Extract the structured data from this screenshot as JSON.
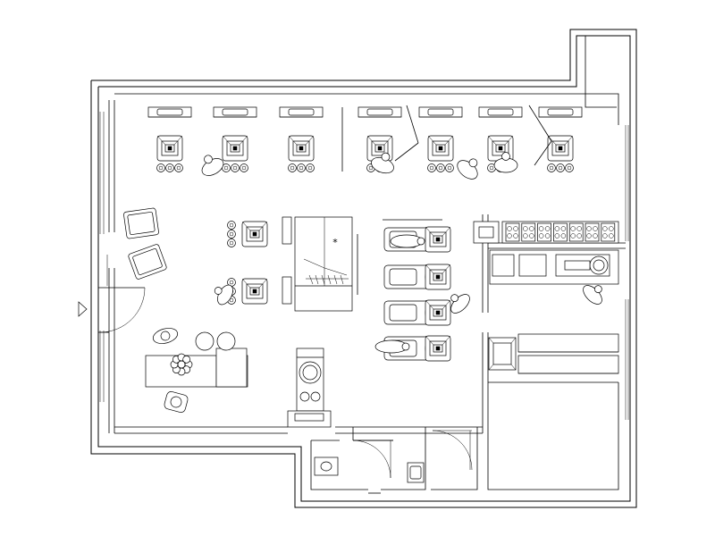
{
  "plan": {
    "mark": "*",
    "stations": 7,
    "wash_units": 4,
    "dryers": 7
  }
}
